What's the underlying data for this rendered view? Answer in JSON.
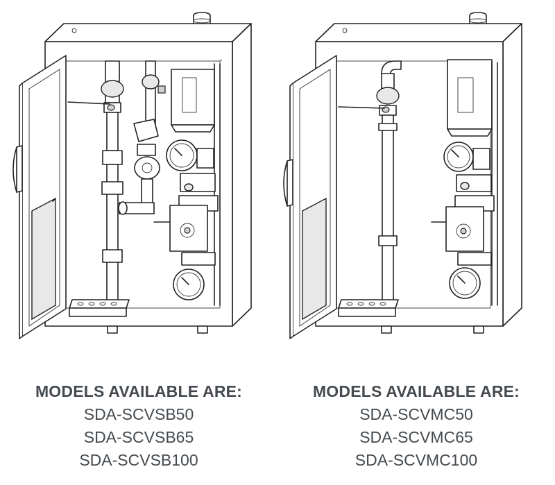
{
  "panels": [
    {
      "heading": "MODELS AVAILABLE ARE:",
      "models": [
        "SDA-SCVSB50",
        "SDA-SCVSB65",
        "SDA-SCVSB100"
      ]
    },
    {
      "heading": "MODELS AVAILABLE ARE:",
      "models": [
        "SDA-SCVMC50",
        "SDA-SCVMC65",
        "SDA-SCVMC100"
      ]
    }
  ],
  "colors": {
    "caption_text": "#444a4f",
    "line": "#222222"
  }
}
